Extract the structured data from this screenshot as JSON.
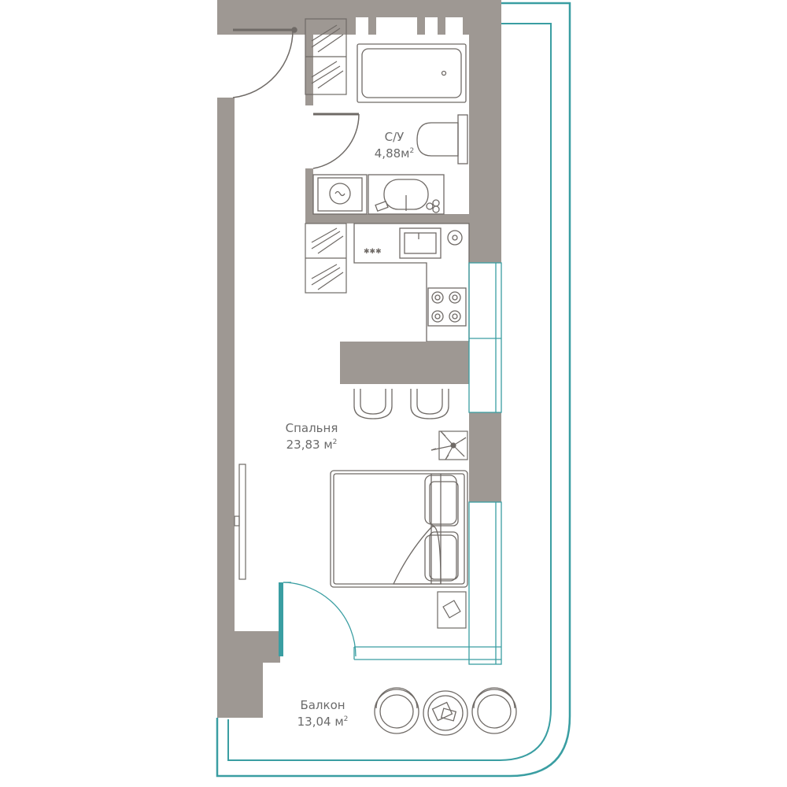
{
  "rooms": {
    "bathroom": {
      "name": "С/У",
      "area": "4,88м",
      "unit_sup": "2"
    },
    "bedroom": {
      "name": "Спальня",
      "area": "23,83 м",
      "unit_sup": "2"
    },
    "balcony": {
      "name": "Балкон",
      "area": "13,04 м",
      "unit_sup": "2"
    }
  },
  "colors": {
    "wall": "#9e9893",
    "line": "#6f6a66",
    "teal": "#3a9ea2",
    "glass": "#3a9ea2",
    "label": "#6b6b6b"
  }
}
